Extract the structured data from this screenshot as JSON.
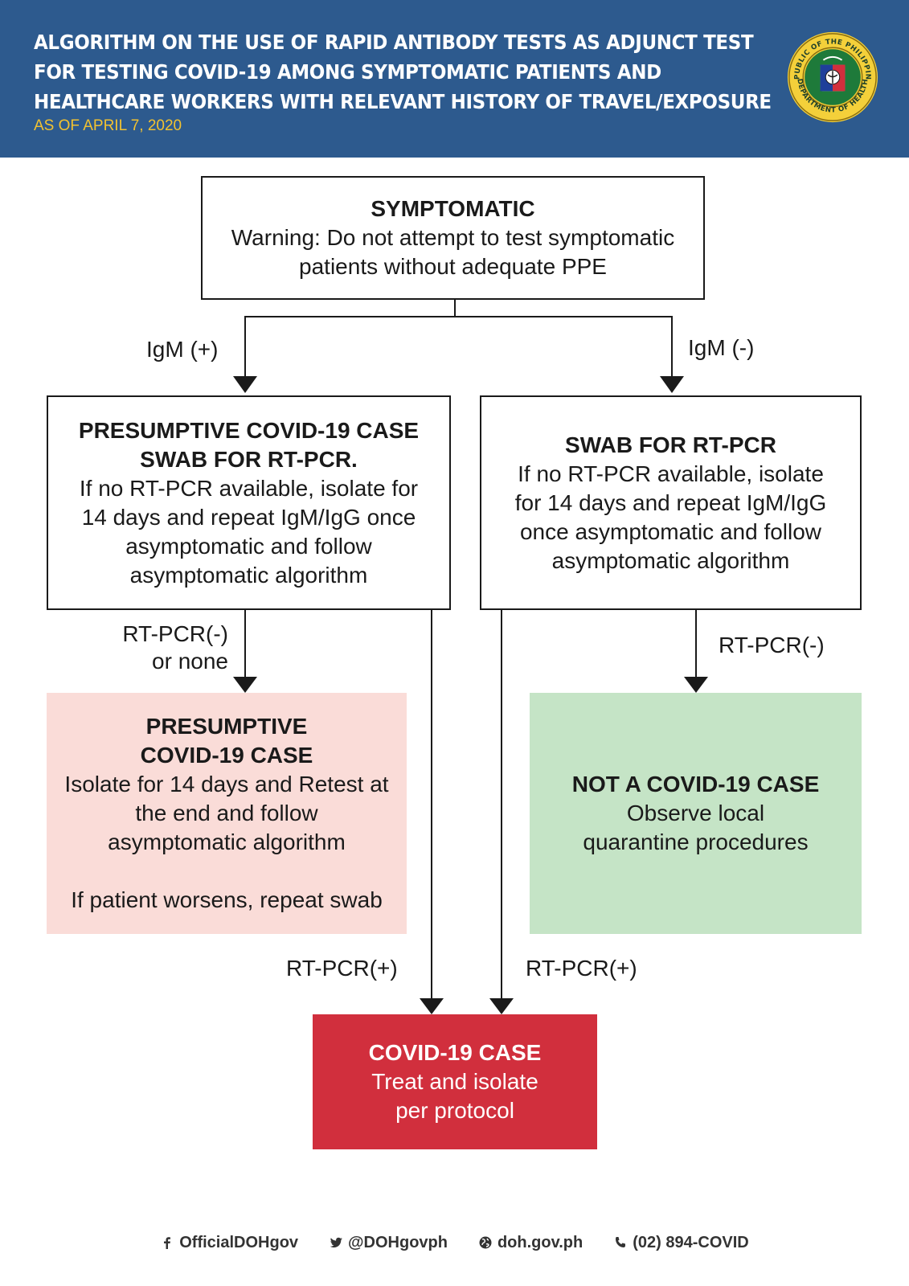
{
  "header": {
    "title_lines": [
      "ALGORITHM ON THE USE OF RAPID ANTIBODY TESTS AS ADJUNCT TEST",
      "FOR TESTING COVID-19 AMONG SYMPTOMATIC PATIENTS AND",
      "HEALTHCARE WORKERS WITH RELEVANT HISTORY OF TRAVEL/EXPOSURE"
    ],
    "date": "AS OF APRIL 7, 2020",
    "seal": {
      "top_text": "REPUBLIC OF THE PHILIPPINES",
      "bottom_text": "DEPARTMENT OF HEALTH"
    }
  },
  "colors": {
    "header_bg": "#2d5a8e",
    "date": "#f2c230",
    "presumptive_bg": "#fadcd8",
    "not_case_bg": "#c5e4c6",
    "case_bg": "#d12f3d"
  },
  "nodes": {
    "symptomatic": {
      "title": "SYMPTOMATIC",
      "lines": [
        "Warning: Do not attempt to test symptomatic",
        "patients without adequate PPE"
      ]
    },
    "presumptive_swab": {
      "titles": [
        "PRESUMPTIVE COVID-19 CASE",
        "SWAB FOR RT-PCR."
      ],
      "lines": [
        "If no RT-PCR available, isolate for",
        "14 days and repeat IgM/IgG once",
        "asymptomatic and follow",
        "asymptomatic algorithm"
      ]
    },
    "swab_rtpcr": {
      "title": "SWAB FOR RT-PCR",
      "lines": [
        "If no RT-PCR available, isolate",
        "for 14 days and repeat IgM/IgG",
        "once asymptomatic and follow",
        "asymptomatic algorithm"
      ]
    },
    "presumptive_case": {
      "titles": [
        "PRESUMPTIVE",
        "COVID-19 CASE"
      ],
      "lines": [
        "Isolate for 14 days and Retest at",
        "the end and follow",
        "asymptomatic algorithm"
      ],
      "note": "If patient worsens, repeat swab"
    },
    "not_case": {
      "title": "NOT A COVID-19 CASE",
      "lines": [
        "Observe local",
        "quarantine procedures"
      ]
    },
    "covid_case": {
      "title": "COVID-19 CASE",
      "lines": [
        "Treat and isolate",
        "per protocol"
      ]
    }
  },
  "edges": {
    "igm_pos": "IgM (+)",
    "igm_neg": "IgM (-)",
    "rtpcr_neg_none": [
      "RT-PCR(-)",
      "or none"
    ],
    "rtpcr_neg": "RT-PCR(-)",
    "rtpcr_pos_left": "RT-PCR(+)",
    "rtpcr_pos_right": "RT-PCR(+)"
  },
  "footer": {
    "facebook": "OfficialDOHgov",
    "twitter": "@DOHgovph",
    "website": "doh.gov.ph",
    "phone": "(02) 894-COVID"
  }
}
